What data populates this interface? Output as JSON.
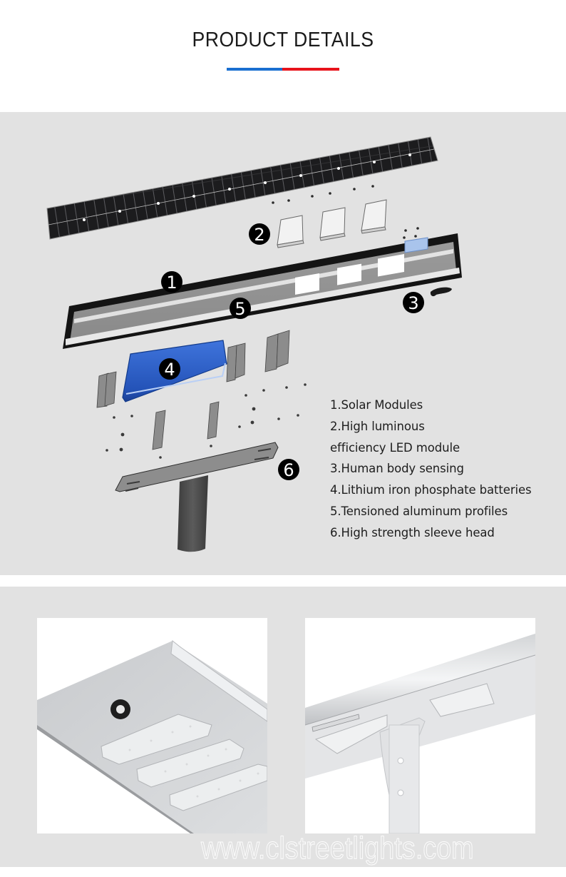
{
  "header": {
    "title": "PRODUCT DETAILS",
    "rule_colors": {
      "left": "#1a6fd1",
      "right": "#e8131b"
    }
  },
  "diagram": {
    "badges": [
      "1",
      "2",
      "3",
      "4",
      "5",
      "6"
    ],
    "components": [
      {
        "id": 1,
        "name": "solar-panel"
      },
      {
        "id": 2,
        "name": "led-modules"
      },
      {
        "id": 3,
        "name": "pir-sensor"
      },
      {
        "id": 4,
        "name": "battery-pack"
      },
      {
        "id": 5,
        "name": "aluminum-housing"
      },
      {
        "id": 6,
        "name": "sleeve-head"
      }
    ],
    "colors": {
      "battery": "#2c60cc",
      "badge": "#000000",
      "band": "#e2e2e2"
    }
  },
  "features": [
    "1.Solar Modules",
    "2.High luminous",
    "efficiency LED module",
    "3.Human body sensing",
    "4.Lithium iron phosphate batteries",
    "5.Tensioned aluminum profiles",
    "6.High strength sleeve head"
  ],
  "photos": [
    {
      "name": "led-underside-photo",
      "subject": "LED modules with motion sensor"
    },
    {
      "name": "pole-mount-photo",
      "subject": "Pole mounting bracket"
    }
  ],
  "watermark": "www.clstreetlights.com"
}
